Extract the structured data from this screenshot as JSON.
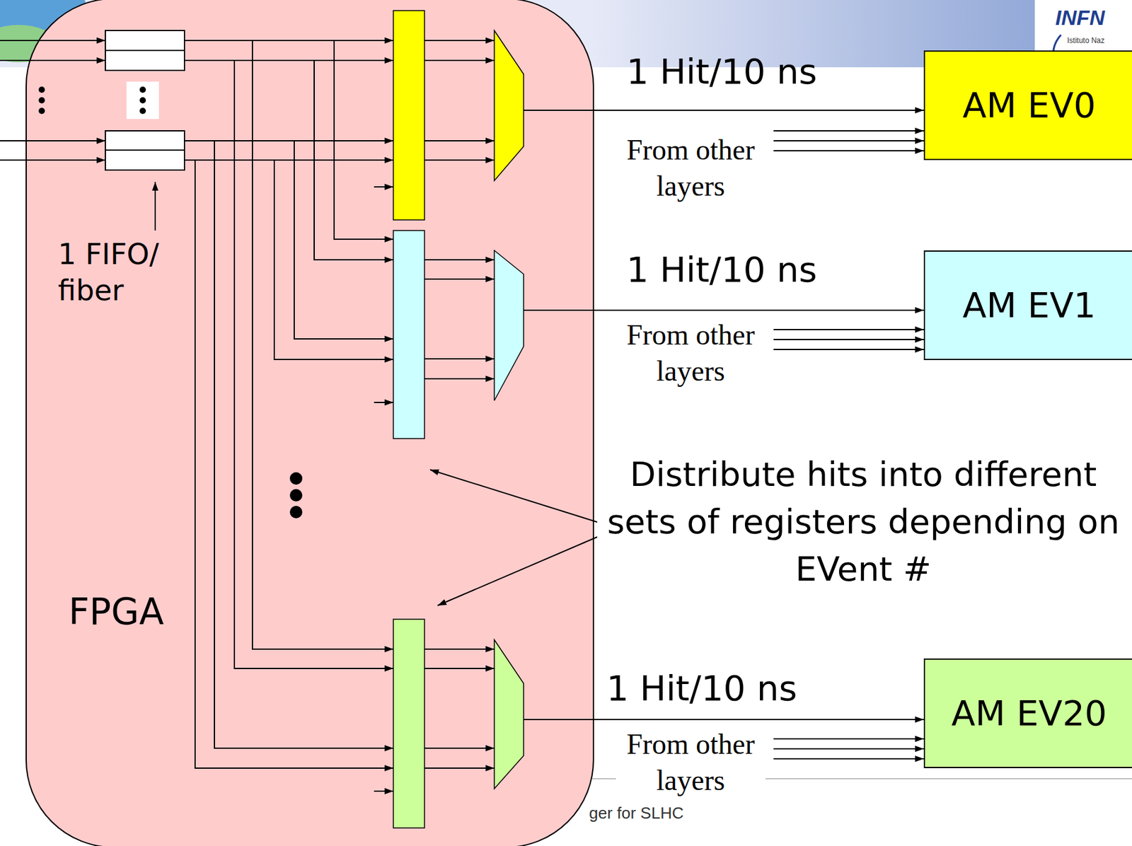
{
  "diagram": {
    "nodes": [
      {
        "text": [
          "FPGA"
        ]
      },
      {
        "text": [
          "AM EV0"
        ]
      },
      {
        "text": [
          "AM EV1"
        ]
      },
      {
        "text": [
          "AM EV20"
        ]
      }
    ],
    "edges": [
      {
        "from": 0,
        "to": 1,
        "arrow": "to",
        "label": "1 Hit/10 ns"
      },
      {
        "from": 0,
        "to": 2,
        "arrow": "to",
        "label": "1 Hit/10 ns"
      },
      {
        "from": 0,
        "to": 3,
        "arrow": "to",
        "label": "1 Hit/10 ns"
      }
    ],
    "labels": [
      "1 FIFO/ fiber",
      "From other layers",
      "From other layers",
      "From other layers",
      "Distribute hits into different sets of registers depending on EVent #",
      "ger for SLHC",
      "INFN",
      "Istituto Naz"
    ]
  }
}
